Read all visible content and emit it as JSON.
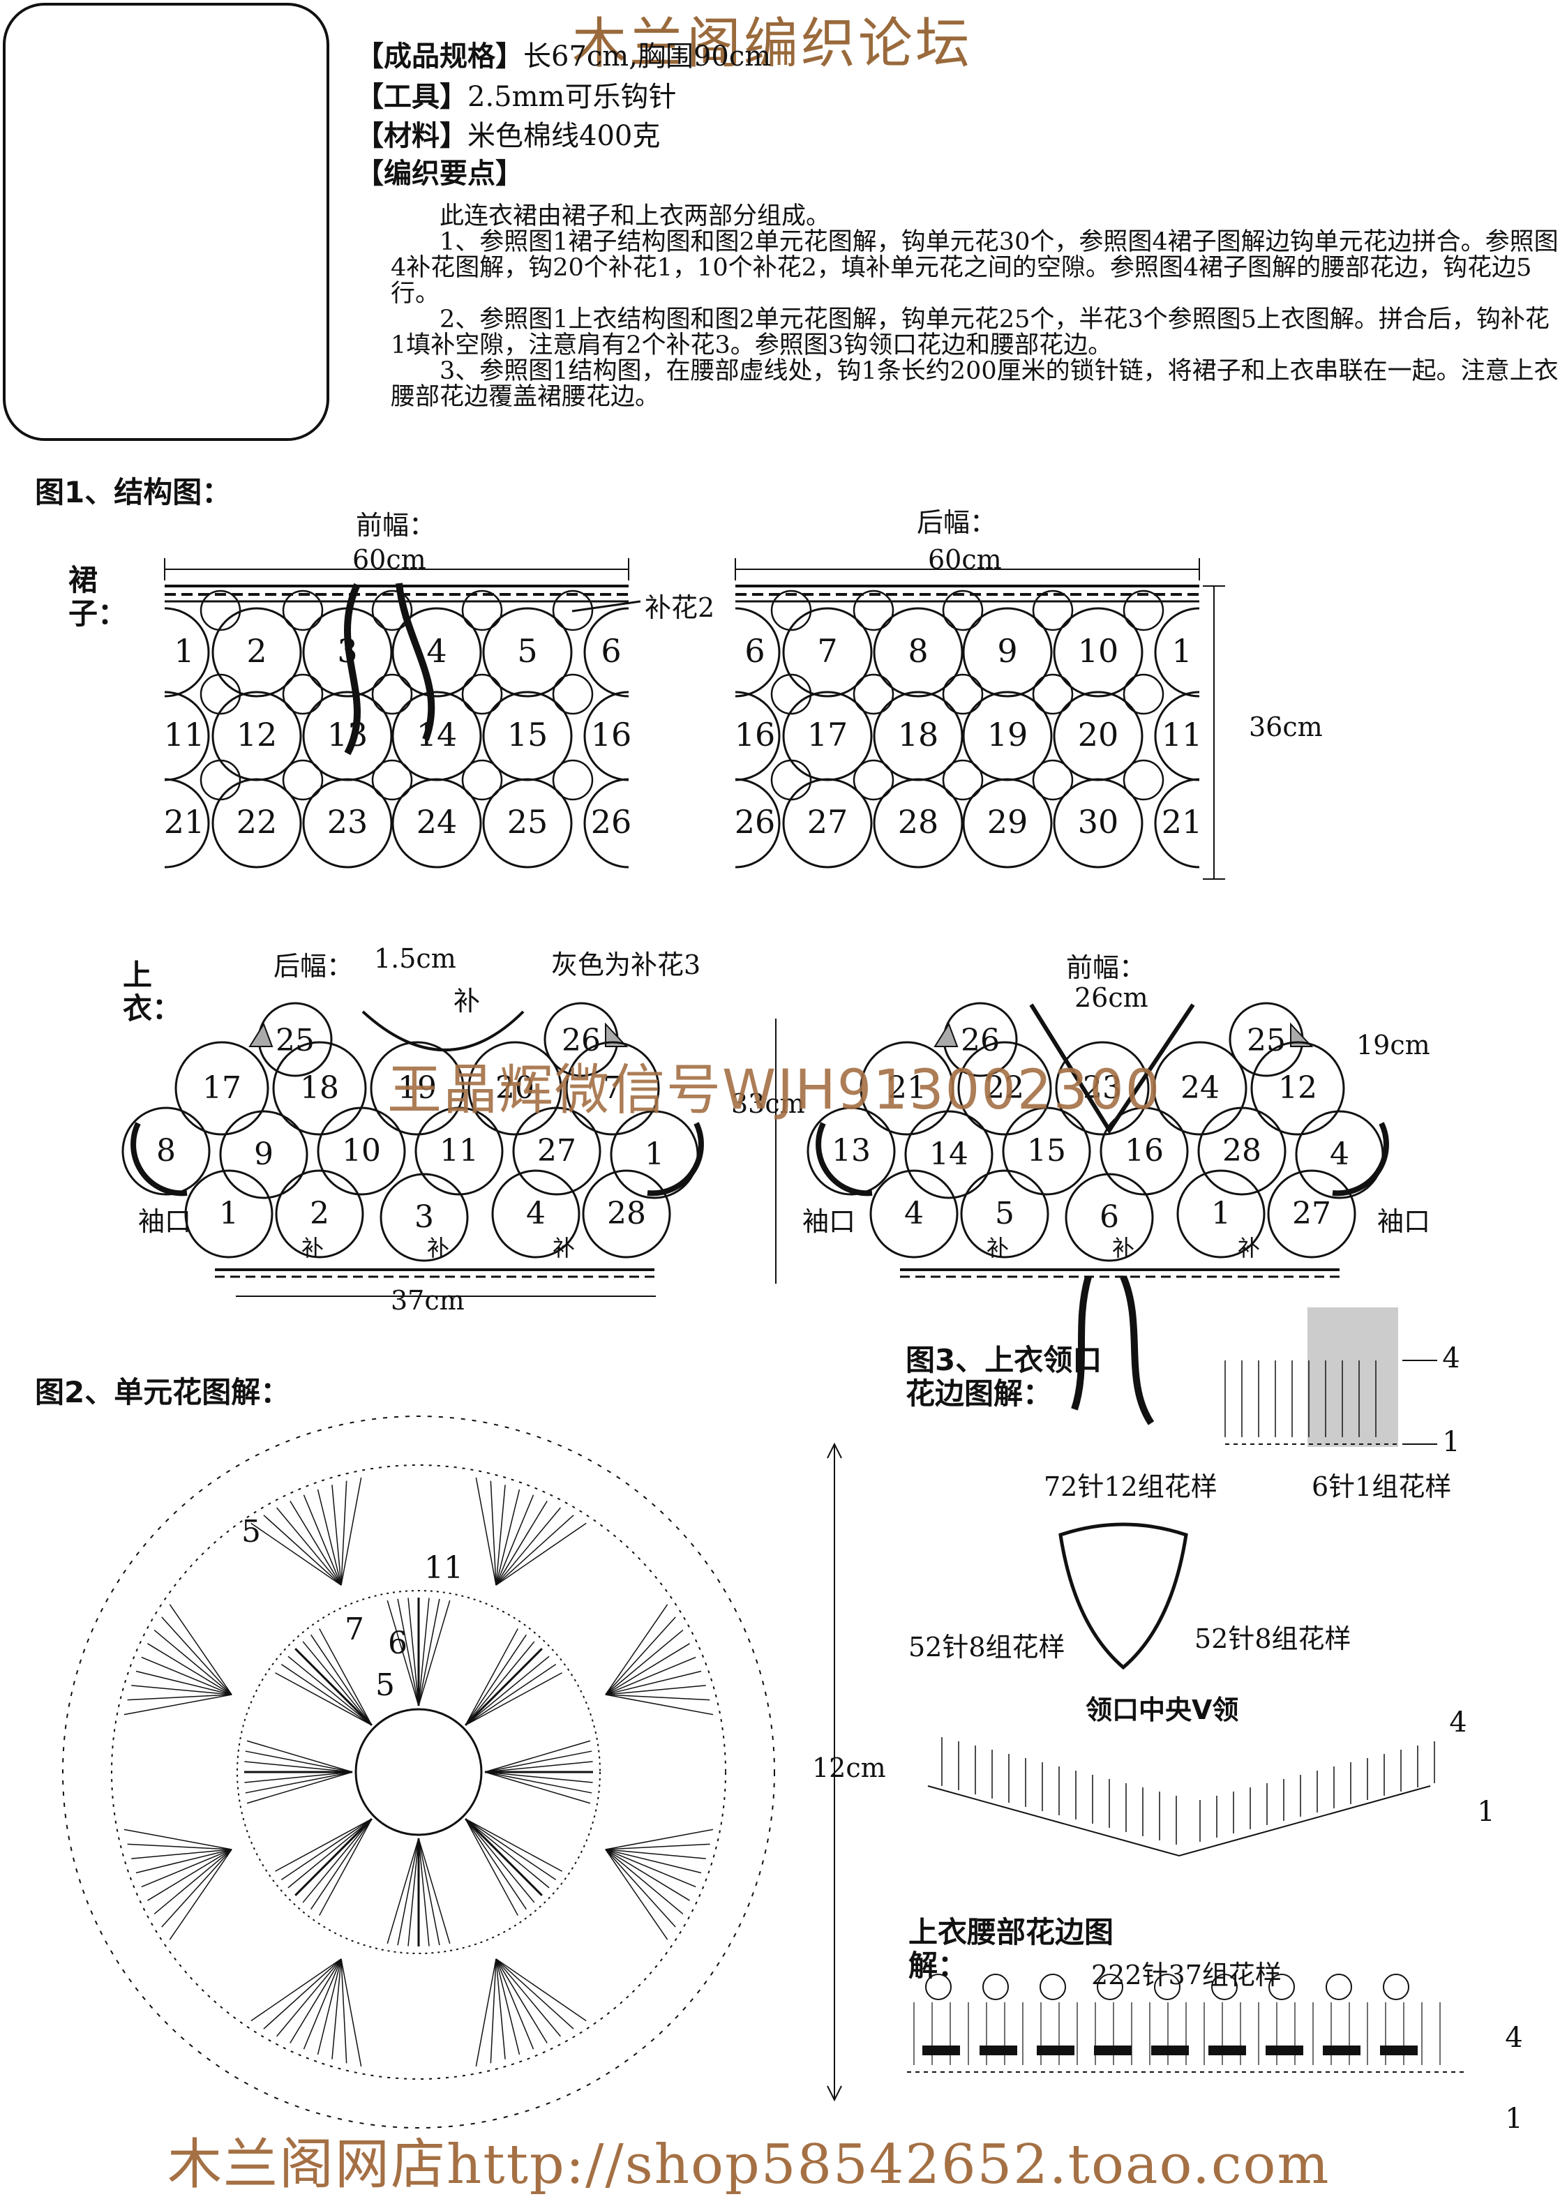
{
  "watermarks": {
    "top": "木兰阁编织论坛",
    "middle": "王晶辉微信号WJH913002300",
    "bottom": "木兰阁网店http://shop58542652.toao.com"
  },
  "specs": [
    {
      "label": "【成品规格】",
      "value": "长67cm,胸围90cm"
    },
    {
      "label": "【工具】",
      "value": "2.5mm可乐钩针"
    },
    {
      "label": "【材料】",
      "value": "米色棉线400克"
    },
    {
      "label": "【编织要点】",
      "value": ""
    }
  ],
  "notes": [
    "此连衣裙由裙子和上衣两部分组成。",
    "1、参照图1裙子结构图和图2单元花图解，钩单元花30个，参照图4裙子图解边钩单元花边拼合。参照图4补花图解，钩20个补花1，10个补花2，填补单元花之间的空隙。参照图4裙子图解的腰部花边，钩花边5行。",
    "2、参照图1上衣结构图和图2单元花图解，钩单元花25个，半花3个参照图5上衣图解。拼合后，钩补花1填补空隙，注意肩有2个补花3。参照图3钩领口花边和腰部花边。",
    "3、参照图1结构图，在腰部虚线处，钩1条长约200厘米的锁针链，将裙子和上衣串联在一起。注意上衣腰部花边覆盖裙腰花边。"
  ],
  "fig1": {
    "title": "图1、结构图：",
    "skirt_label": "裙子：",
    "front_label": "前幅：",
    "back_label": "后幅：",
    "width": "60cm",
    "height": "36cm",
    "patch2": "补花2",
    "front_numbers": [
      "1",
      "2",
      "3",
      "4",
      "5",
      "6",
      "11",
      "12",
      "13",
      "14",
      "15",
      "16",
      "21",
      "22",
      "23",
      "24",
      "25",
      "26"
    ],
    "back_numbers": [
      "6",
      "7",
      "8",
      "9",
      "10",
      "1",
      "16",
      "17",
      "18",
      "19",
      "20",
      "11",
      "26",
      "27",
      "28",
      "29",
      "30",
      "21"
    ],
    "top_label": "上衣：",
    "top_back_label": "后幅：",
    "top_front_label": "前幅：",
    "neck_gap": "1.5cm",
    "grey_note": "灰色为补花3",
    "patch": "补",
    "neck_width": "26cm",
    "shoulder": "19cm",
    "top_height": "33cm",
    "hem_width": "37cm",
    "cuff": "袖口",
    "top_back_numbers": [
      "25",
      "26",
      "17",
      "18",
      "19",
      "20",
      "7",
      "8",
      "9",
      "10",
      "11",
      "27",
      "1",
      "2",
      "3",
      "4",
      "28"
    ],
    "top_front_numbers": [
      "26",
      "25",
      "21",
      "22",
      "23",
      "24",
      "12",
      "13",
      "14",
      "15",
      "16",
      "28",
      "4",
      "5",
      "6",
      "1",
      "27"
    ]
  },
  "fig2": {
    "title": "图2、单元花图解：",
    "size": "12cm",
    "rounds": [
      "5",
      "7",
      "6",
      "5",
      "11"
    ]
  },
  "fig3": {
    "title": "图3、上衣领口花边图解：",
    "neck_repeat": "72针12组花样",
    "unit": "6针1组花样",
    "side_left": "52针8组花样",
    "side_right": "52针8组花样",
    "v_label": "领口中央V领",
    "row4": "4",
    "row1": "1",
    "waist_title": "上衣腰部花边图解：",
    "waist_repeat": "222针37组花样"
  }
}
